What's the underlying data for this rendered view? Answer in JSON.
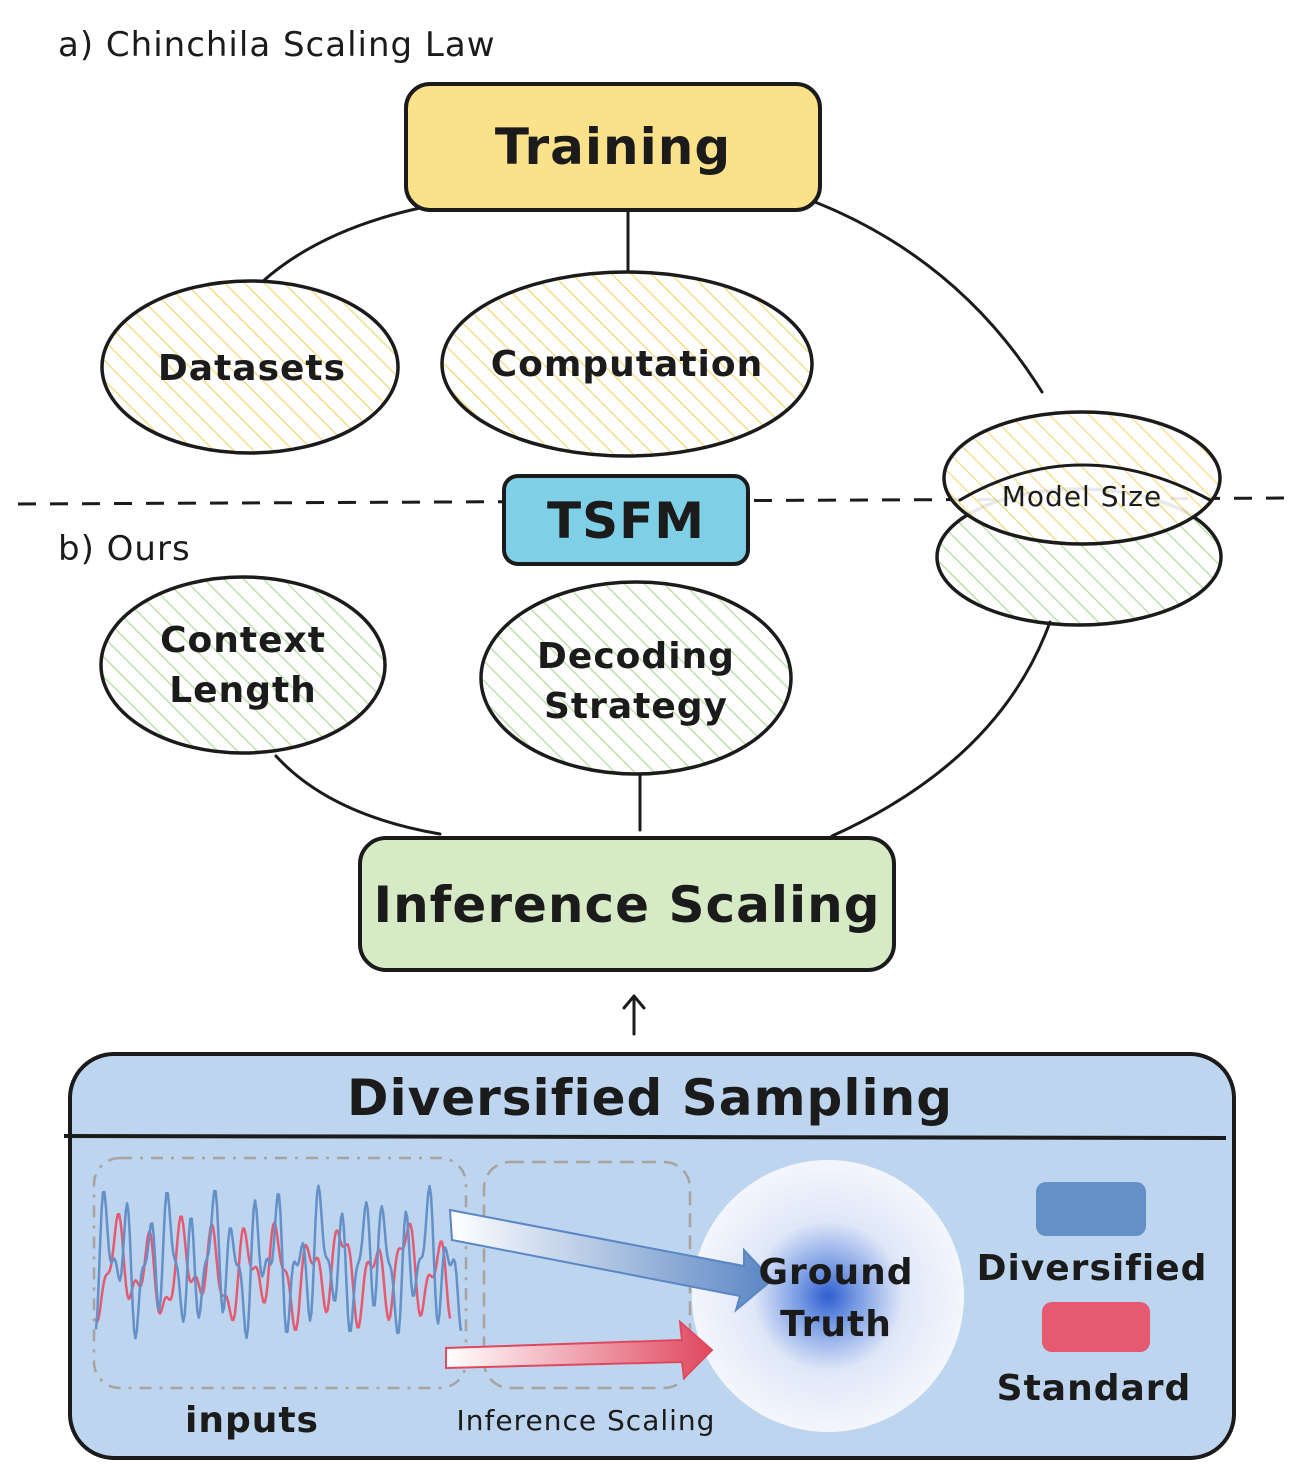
{
  "sections": {
    "a_label": "a) Chinchila Scaling Law",
    "b_label": "b) Ours"
  },
  "training": {
    "label": "Training",
    "color": "#fbe28a"
  },
  "tsfm": {
    "label": "TSFM",
    "color": "#7fcfe6"
  },
  "factors_training": [
    {
      "label": "Datasets"
    },
    {
      "label": "Computation"
    }
  ],
  "model_size": {
    "label": "Model Size"
  },
  "factors_inference": [
    {
      "line1": "Context",
      "line2": "Length"
    },
    {
      "line1": "Decoding",
      "line2": "Strategy"
    }
  ],
  "inference_scaling": {
    "label": "Inference Scaling",
    "color": "#d6eac6"
  },
  "sampling_panel": {
    "title": "Diversified Sampling",
    "background": "#bdd5ef",
    "inputs_label": "inputs",
    "inference_label": "Inference Scaling",
    "target_line1": "Ground",
    "target_line2": "Truth"
  },
  "legend": [
    {
      "label": "Diversified",
      "color": "#6490c8"
    },
    {
      "label": "Standard",
      "color": "#e55a70"
    }
  ],
  "colors": {
    "hatch_yellow": "#f2de8a",
    "hatch_green": "#bfe0a8",
    "diversified": "#6490c8",
    "standard": "#e55a70"
  }
}
